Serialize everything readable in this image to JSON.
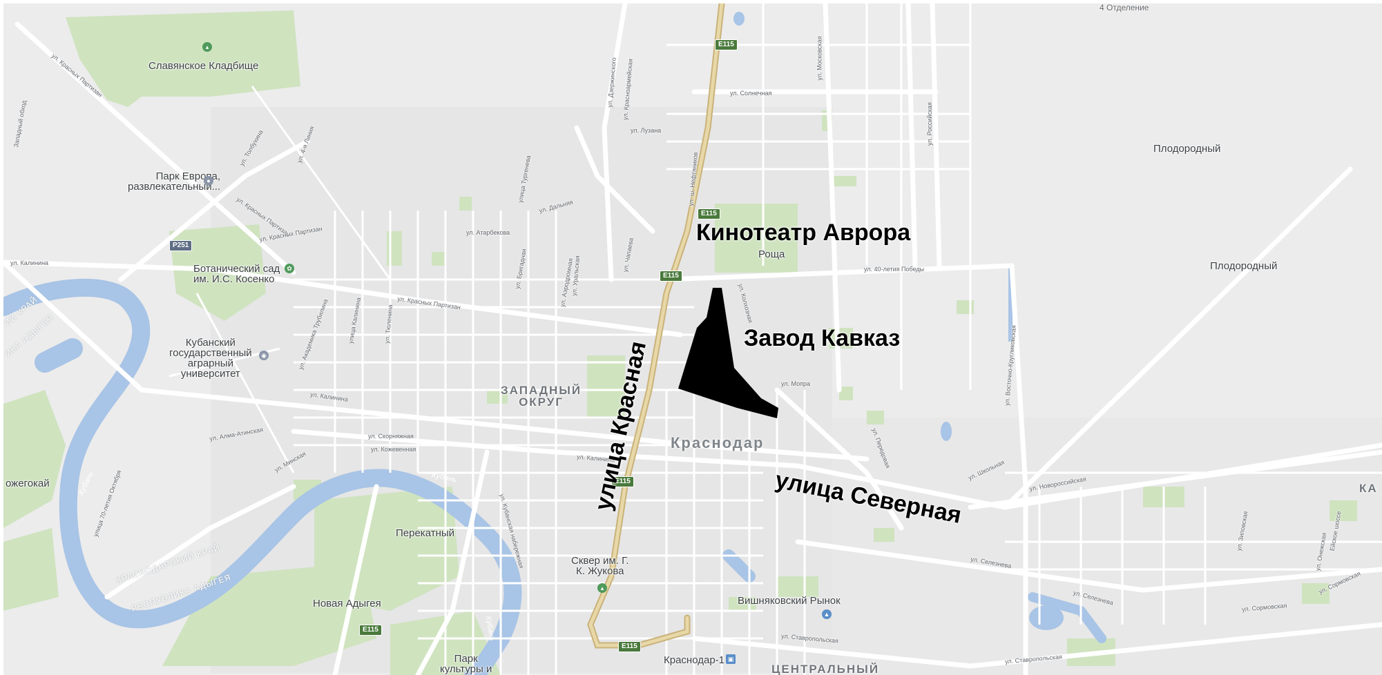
{
  "colors": {
    "land": "#ececec",
    "road": "#ffffff",
    "highway": "#d9c79a",
    "water": "#a8c4e6",
    "park": "#c7e0b5",
    "annotation_fill": "#000000"
  },
  "places": {
    "slavyanskoe": "Славянское Кладбище",
    "park_europe": "Парк Европа,\nразвлекательный...",
    "botanic": "Ботанический сад\nим. И.С. Косенко",
    "kubgau": "Кубанский\nгосударственный\nаграрный\nуниверситет",
    "zapadny": "ЗАПАДНЫЙ\nОКРУГ",
    "krasnodar": "Краснодар",
    "perekatny": "Перекатный",
    "novaya_adygeya": "Новая Адыгея",
    "skver": "Сквер им. Г.\nК. Жукова",
    "park_kultury": "Парк\nкультуры и",
    "vishnyakovsky": "Вишняковский Рынок",
    "krasnodar1": "Краснодар-1",
    "centralny": "ЦЕНТРАЛЬНЫЙ",
    "plodorodny1": "Плодородный",
    "plodorodny2": "Плодородный",
    "roshcha": "Роща",
    "otdelenie": "4 Отделение",
    "kozhegokai": "ожегокай",
    "ka_edge": "КА"
  },
  "streets": {
    "solnechnaya": "ул. Солнечная",
    "luzana": "ул. Лузана",
    "moskovskaya": "ул. Московская",
    "rossiyskaya": "ул. Российская",
    "dzerzhinskogo": "ул. Дзержинского",
    "dalnyaya": "ул. Дальняя",
    "turgeneva": "улица Тургенева",
    "atarbekova": "ул. Атарбекова",
    "40_let_pobedy": "ул. 40-летия Победы",
    "krasnykh_partizan": "ул. Красных Партизан",
    "krasnykh_partizan2": "ул. Красных Партизан",
    "krasnykh_partizan3": "ул. Красных Партизан",
    "kalinina": "ул. Калинина",
    "kalinina2": "ул. Калинина",
    "kalinina3": "ул. Калинина",
    "mira": "ул. Мопра",
    "alma_atinskaya": "ул. Алма-Атинская",
    "skorinkaya": "ул. Скорняжная",
    "kozhevennaya": "ул. Кожевенная",
    "minskaya": "ул. Минская",
    "shkolnaya": "ул. Школьная",
    "novorossiyskaya": "ул. Новороссийская",
    "selezneva": "ул. Селезнева",
    "selezneva2": "ул. Селезнева",
    "stavropolskaya": "ул. Ставропольская",
    "stavropolskaya2": "ул. Ставропольская",
    "sormovskaya": "ул. Сормовская",
    "sormovskaya2": "ул. Сормовская",
    "vostochno": "ул. Восточно-Кругликовская",
    "tolbukhina": "ул. Толбухина",
    "lenina": "ул. 4-я Линия",
    "akademika": "ул. Академика Трубилина",
    "kalinova": "улица Калинина",
    "gidrostroiteley": "ул. Тюленина",
    "uralskaya": "ул. Уральская",
    "neftyanikov": "ул. ш. Нефтяников",
    "kolkhoznaya": "ул. Колхозная",
    "peredovaya": "ул. Передовая",
    "chapaeva": "ул. Чапаева",
    "kubanskaya_nab": "ул. Кубанская набережная",
    "70_let": "улица 70-летия Октября",
    "gudrona": "ул. Аэродромная",
    "zhiguli": "ул. Зиповская",
    "shosse": "Ейское шоссе",
    "olimpiyskaya": "ул. Онежская",
    "krasnoarmeyskaya": "ул. Красноармейская",
    "krasnykh_partizan_sw": "ул. Красных Партизан",
    "brigadnaya": "ул. Бригадная",
    "uloga": "Западный обход"
  },
  "water_labels": {
    "kuban1": "Кубань",
    "kuban2": "Кубань",
    "kuban3": "Кубань"
  },
  "region_labels": {
    "krasnodar_krai": "КРАСНОДАРСКИЙ КРАЙ",
    "respublika_adygeya": "РЕСПУБЛИКА АДЫГЕЯ",
    "ika_krai": "ИЙ КРАЙ",
    "ika_adygeya": "ИКА АДЫГЕЯ"
  },
  "shields": {
    "e115_a": "E115",
    "e115_b": "E115",
    "e115_c": "E115",
    "e115_d": "E115",
    "e115_e": "E115",
    "e115_f": "E115",
    "p251": "P251"
  },
  "annotations": {
    "kinoteatr": "Кинотеатр Аврора",
    "zavod": "Завод Кавказ",
    "krasnaya": "улица Красная",
    "severnaya": "улица Северная"
  }
}
